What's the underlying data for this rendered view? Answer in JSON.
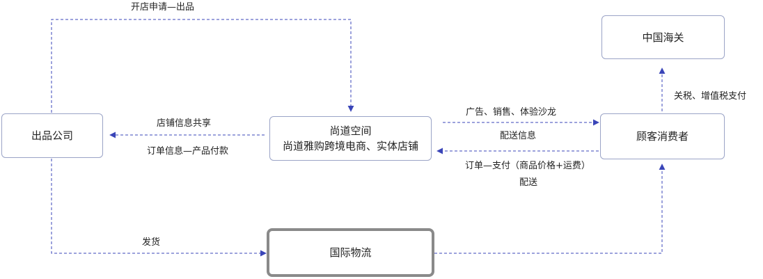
{
  "nodes": {
    "publisher": "出品公司",
    "platform_line1": "尚道空间",
    "platform_line2": "尚道雅购跨境电商、实体店铺",
    "consumer": "顾客消费者",
    "customs": "中国海关",
    "logistics": "国际物流"
  },
  "labels": {
    "apply_listing": "开店申请—出品",
    "store_info_share": "店铺信息共享",
    "order_payment": "订单信息—产品付款",
    "ads_sales": "广告、销售、体验沙龙",
    "delivery_info": "配送信息",
    "order_pay_detail": "订单—支付（商品价格+运费）",
    "delivery": "配送",
    "tax_payment": "关税、增值税支付",
    "ship": "发货"
  },
  "colors": {
    "line": "#3a45b8",
    "box_border": "#9aa3c6",
    "bold_border": "#8a8a8a"
  }
}
